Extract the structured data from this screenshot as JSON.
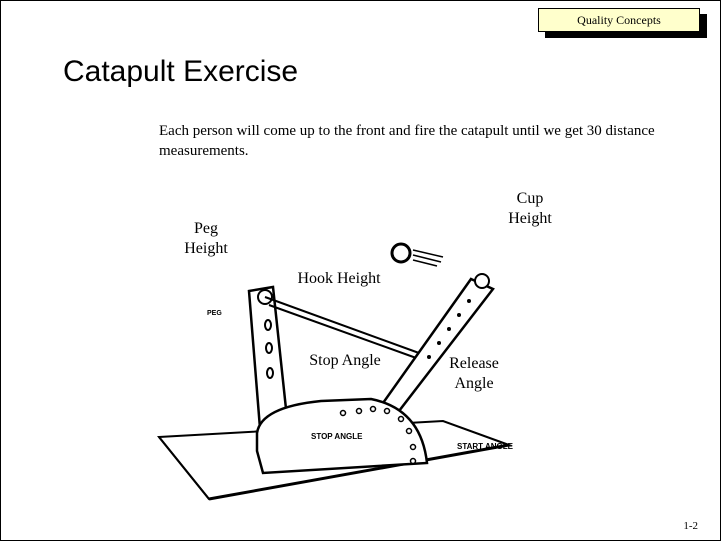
{
  "header": {
    "badge": "Quality Concepts"
  },
  "slide": {
    "title": "Catapult Exercise",
    "body": "Each person will come up to the front and fire the catapult until we get 30 distance measurements."
  },
  "diagram": {
    "labels": {
      "peg_height": "Peg Height",
      "cup_height": "Cup Height",
      "hook_height": "Hook Height",
      "stop_angle": "Stop Angle",
      "release_angle": "Release Angle"
    },
    "drawing_text": {
      "peg": "PEG",
      "stop_angle": "STOP ANGLE",
      "start_angle": "START ANGLE"
    }
  },
  "footer": {
    "page_number": "1-2"
  }
}
